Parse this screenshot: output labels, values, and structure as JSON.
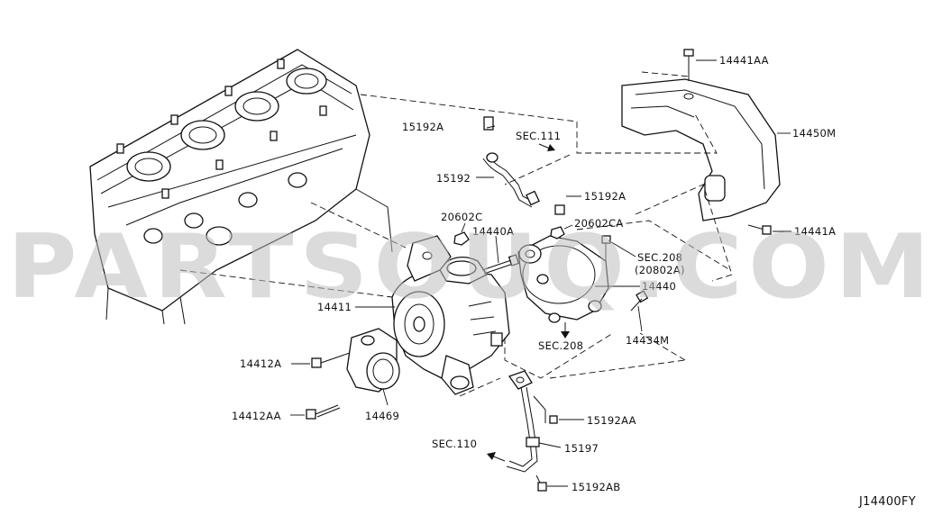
{
  "watermark": "PARTSOUQ.COM",
  "diagram_code": "J14400FY",
  "labels": {
    "p14441AA_top": "14441AA",
    "p14450M": "14450M",
    "p15192A_left": "15192A",
    "sec111": "SEC.111",
    "p15192": "15192",
    "p15192A_right": "15192A",
    "p20602C": "20602C",
    "p20602CA": "20602CA",
    "p14440A": "14440A",
    "p14441A": "14441A",
    "sec208_a": "SEC.208",
    "p20802A": "(20802A)",
    "p14440": "14440",
    "p14411": "14411",
    "sec208_b": "SEC.208",
    "p14434M": "14434M",
    "p14412A": "14412A",
    "p14412AA": "14412AA",
    "p14469": "14469",
    "p15192AA": "15192AA",
    "sec110": "SEC.110",
    "p15197": "15197",
    "p15192AB": "15192AB"
  }
}
